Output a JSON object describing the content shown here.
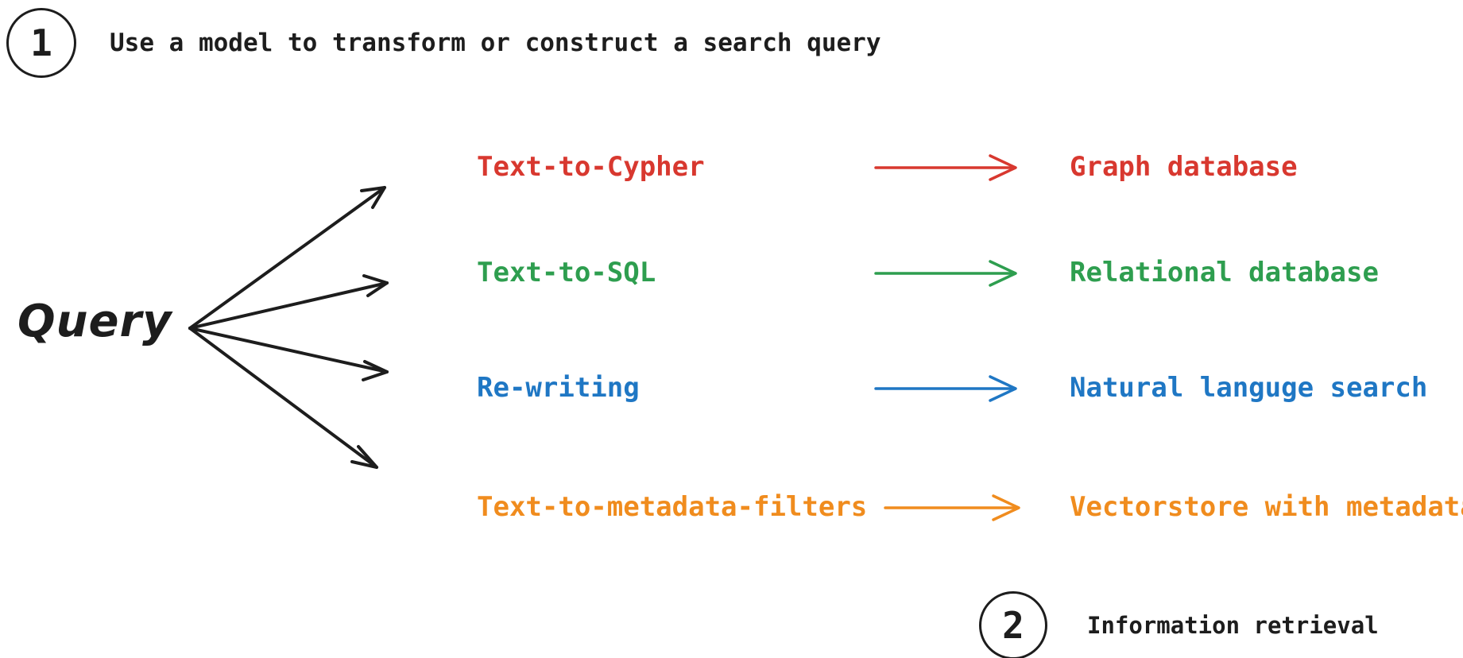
{
  "steps": [
    {
      "number": "1",
      "label": "Use a model to transform or construct a search query"
    },
    {
      "number": "2",
      "label": "Information retrieval"
    }
  ],
  "source": {
    "label": "Query",
    "branch_count": 4
  },
  "colors": {
    "red": "#D8382F",
    "green": "#2E9E4F",
    "blue": "#1F77C4",
    "orange": "#F08C1E",
    "ink": "#1d1d1d",
    "background": "#ffffff"
  },
  "rows": [
    {
      "method": "Text-to-Cypher",
      "target": "Graph database",
      "color": "#D8382F",
      "arrow_icon": "arrow-right-icon"
    },
    {
      "method": "Text-to-SQL",
      "target": "Relational database",
      "color": "#2E9E4F",
      "arrow_icon": "arrow-right-icon"
    },
    {
      "method": "Re-writing",
      "target": "Natural languge search",
      "color": "#1F77C4",
      "arrow_icon": "arrow-right-icon"
    },
    {
      "method": "Text-to-metadata-filters",
      "target": "Vectorstore with metadata",
      "color": "#F08C1E",
      "arrow_icon": "arrow-right-icon"
    }
  ]
}
